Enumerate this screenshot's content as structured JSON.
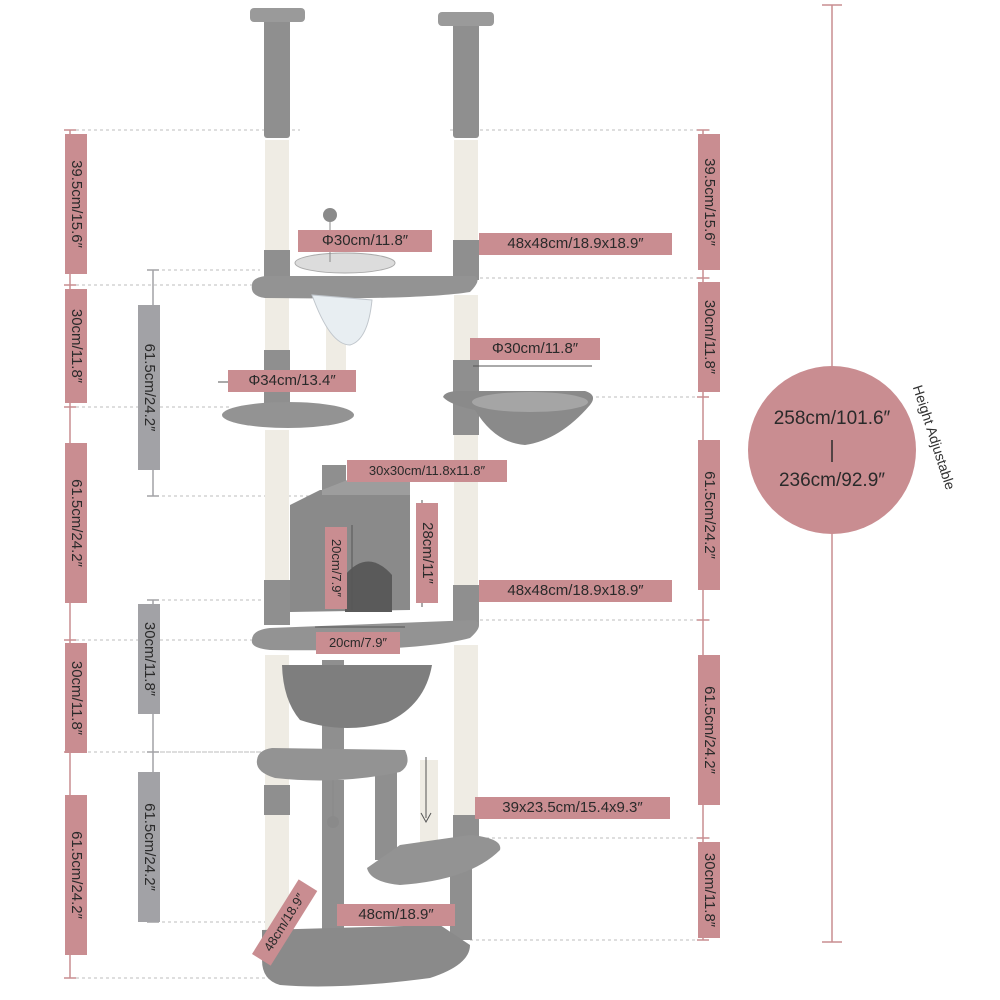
{
  "colors": {
    "label_pink": "#c98d91",
    "label_grey": "#a2a2a6",
    "plush_grey": "#8f8f8f",
    "sisal": "#efece4",
    "circle": "#c98d91"
  },
  "height": {
    "max": "258cm/101.6″",
    "min": "236cm/92.9″",
    "note": "Height Adjustable"
  },
  "left_dimensions": [
    "39.5cm/15.6″",
    "30cm/11.8″",
    "61.5cm/24.2″",
    "30cm/11.8″",
    "61.5cm/24.2″"
  ],
  "inner_left_dimensions": [
    "61.5cm/24.2″",
    "30cm/11.8″",
    "61.5cm/24.2″"
  ],
  "right_dimensions": [
    "39.5cm/15.6″",
    "30cm/11.8″",
    "61.5cm/24.2″",
    "61.5cm/24.2″",
    "30cm/11.8″"
  ],
  "parts": {
    "bowl_top": "Φ30cm/11.8″",
    "top_platform": "48x48cm/18.9x18.9″",
    "basket": "Φ30cm/11.8″",
    "round_platform": "Φ34cm/13.4″",
    "condo_top": "30x30cm/11.8x11.8″",
    "condo_height": "28cm/11″",
    "door_height": "20cm/7.9″",
    "door_width": "20cm/7.9″",
    "mid_platform": "48x48cm/18.9x18.9″",
    "step": "39x23.5cm/15.4x9.3″",
    "base_width": "48cm/18.9″",
    "base_depth": "48cm/18.9″"
  }
}
